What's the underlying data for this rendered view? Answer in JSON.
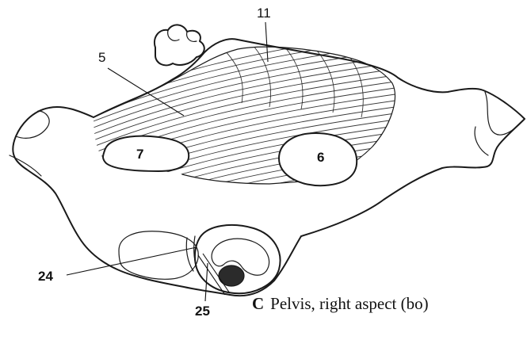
{
  "labels": {
    "l11": "11",
    "l5": "5",
    "l7": "7",
    "l6": "6",
    "l24": "24",
    "l25": "25"
  },
  "caption": {
    "letter": "C",
    "text": "Pelvis, right aspect (bo)"
  }
}
